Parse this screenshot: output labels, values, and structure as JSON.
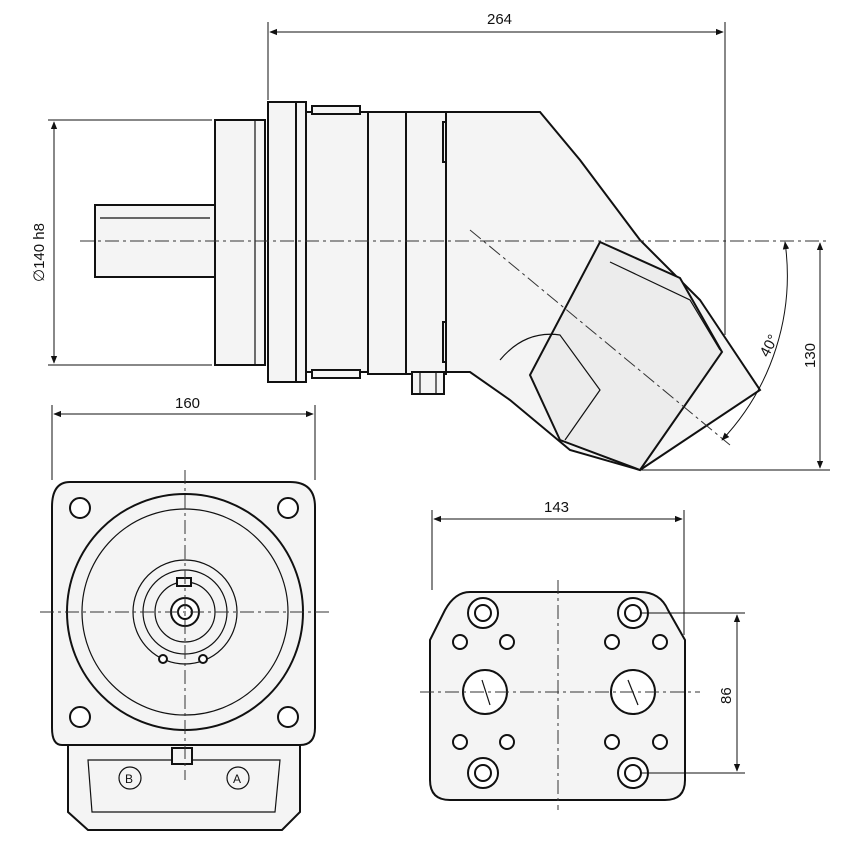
{
  "dimensions": {
    "overall_length": "264",
    "shaft_diameter": "∅140 h8",
    "angle": "40°",
    "height_offset": "130",
    "flange_width": "160",
    "port_plate_width": "143",
    "port_plate_height": "86"
  },
  "ports": {
    "port_b": "B",
    "port_a": "A"
  },
  "colors": {
    "line": "#111111",
    "fill": "#f4f4f4",
    "background": "#ffffff"
  }
}
